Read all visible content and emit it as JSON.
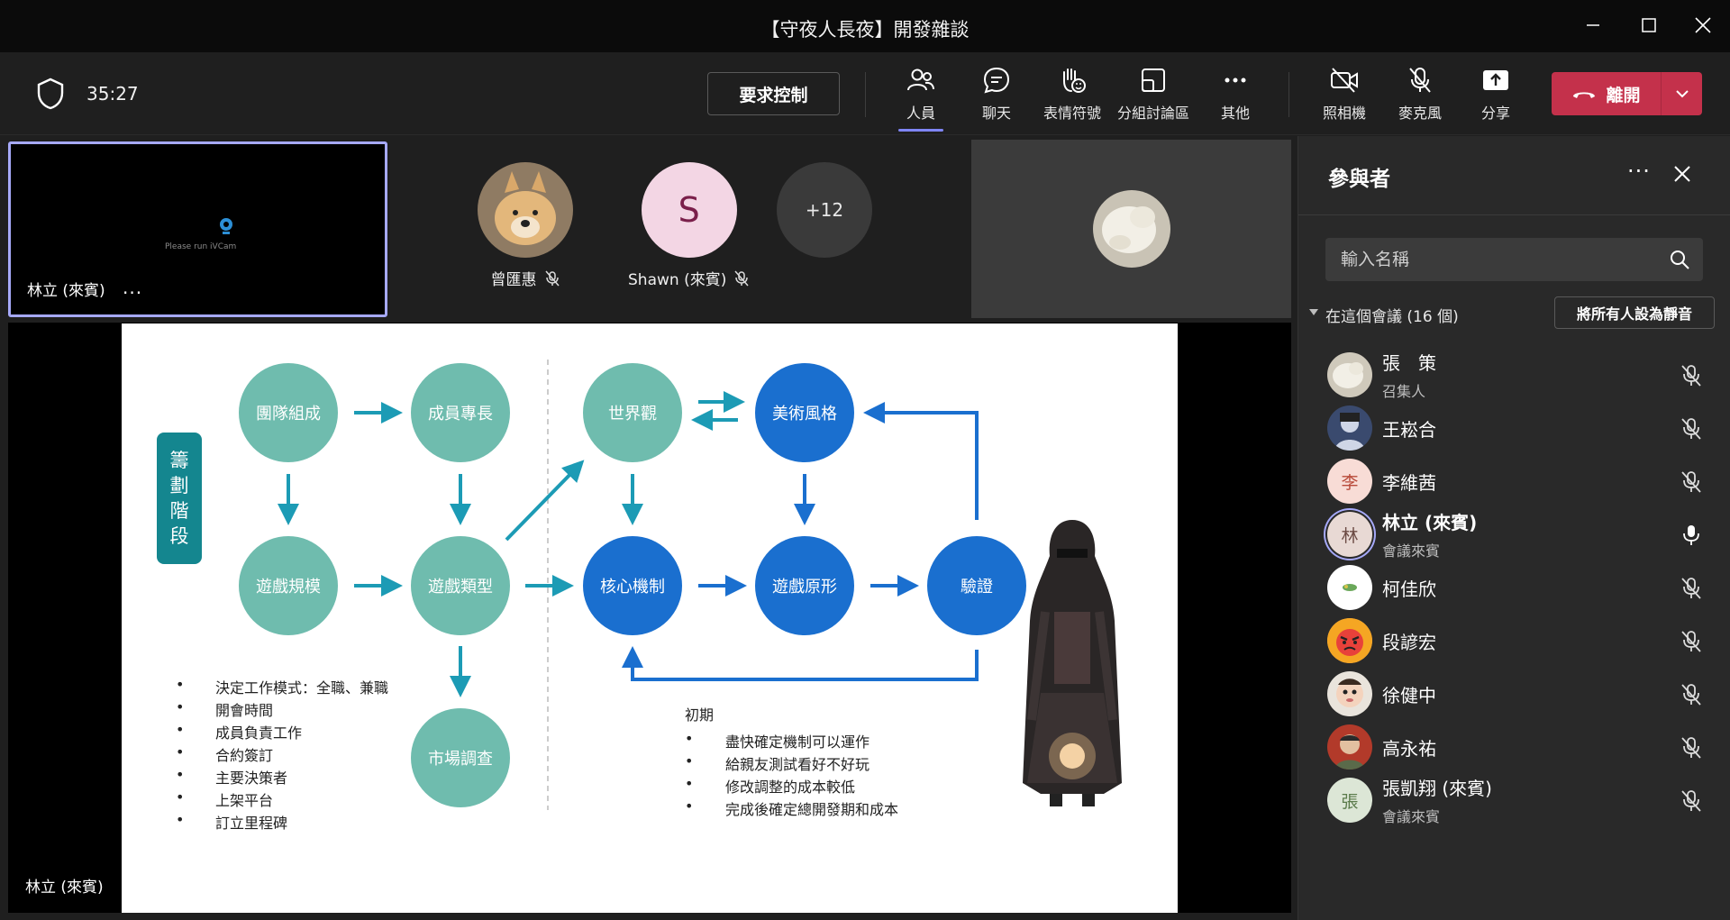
{
  "window": {
    "title": "【守夜人長夜】開發雜談"
  },
  "toolbar": {
    "timer": "35:27",
    "request_control": "要求控制",
    "tools": [
      {
        "label": "人員",
        "icon": "people-icon"
      },
      {
        "label": "聊天",
        "icon": "chat-icon"
      },
      {
        "label": "表情符號",
        "icon": "reactions-icon"
      },
      {
        "label": "分組討論區",
        "icon": "breakout-rooms-icon"
      },
      {
        "label": "其他",
        "icon": "more-icon"
      },
      {
        "label": "照相機",
        "icon": "camera-off-icon"
      },
      {
        "label": "麥克風",
        "icon": "mic-off-icon"
      },
      {
        "label": "分享",
        "icon": "share-icon"
      }
    ],
    "leave": "離開"
  },
  "stage": {
    "self_name": "林立 (來賓)",
    "self_cam_text": "Please run iVCam",
    "attendees": [
      {
        "name": "曾匯惠",
        "muted": true
      },
      {
        "name": "Shawn (來賓)",
        "initial": "S",
        "muted": true
      }
    ],
    "more_count": "+12",
    "share_name": "林立 (來賓)"
  },
  "slide": {
    "stage_tag": [
      "籌",
      "劃",
      "階",
      "段"
    ],
    "nodes": {
      "team": "團隊組成",
      "skills": "成員專長",
      "world": "世界觀",
      "art": "美術風格",
      "scale": "遊戲規模",
      "genre": "遊戲類型",
      "core": "核心機制",
      "proto": "遊戲原形",
      "verify": "驗證",
      "market": "市場調查"
    },
    "left_bullets": [
      "決定工作模式：全職、兼職",
      "開會時間",
      "成員負責工作",
      "合約簽訂",
      "主要決策者",
      "上架平台",
      "訂立里程碑"
    ],
    "right_heading": "初期",
    "right_bullets": [
      "盡快確定機制可以運作",
      "給親友測試看好不好玩",
      "修改調整的成本較低",
      "完成後確定總開發期和成本"
    ]
  },
  "panel": {
    "title": "參與者",
    "search_placeholder": "輸入名稱",
    "section_title": "在這個會議 (16 個)",
    "mute_all": "將所有人設為靜音",
    "participants": [
      {
        "name": "張　策",
        "role": "召集人",
        "avatar": "photo",
        "mic": "muted"
      },
      {
        "name": "王崧合",
        "role": "",
        "avatar": "photo",
        "mic": "muted"
      },
      {
        "name": "李維茜",
        "role": "",
        "avatar": "initial",
        "initial": "李",
        "mic": "muted"
      },
      {
        "name": "林立 (來賓)",
        "role": "會議來賓",
        "avatar": "initial",
        "initial": "林",
        "mic": "on",
        "speaking": true
      },
      {
        "name": "柯佳欣",
        "role": "",
        "avatar": "photo",
        "mic": "muted"
      },
      {
        "name": "段諺宏",
        "role": "",
        "avatar": "emoji",
        "mic": "muted"
      },
      {
        "name": "徐健中",
        "role": "",
        "avatar": "photo",
        "mic": "muted"
      },
      {
        "name": "高永祐",
        "role": "",
        "avatar": "photo",
        "mic": "muted"
      },
      {
        "name": "張凱翔 (來賓)",
        "role": "會議來賓",
        "avatar": "initial",
        "initial": "張",
        "mic": "muted"
      }
    ]
  },
  "colors": {
    "accent": "#7f85f5",
    "leave": "#c4314b",
    "teal_node": "#6fbcae",
    "blue_node": "#1a6fcf",
    "arrow": "#1c9bb5",
    "stage_tag": "#14868f"
  }
}
